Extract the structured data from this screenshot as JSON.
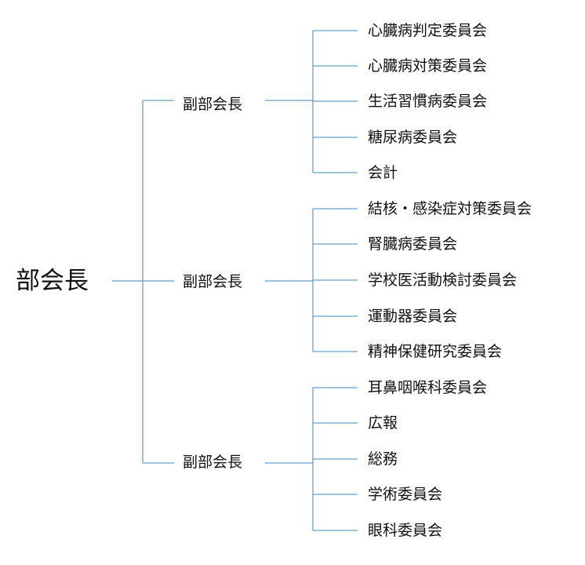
{
  "root": {
    "label": "部会長"
  },
  "branches": [
    {
      "label": "副部会長",
      "committees": [
        "心臓病判定委員会",
        "心臓病対策委員会",
        "生活習慣病委員会",
        "糖尿病委員会",
        "会計"
      ]
    },
    {
      "label": "副部会長",
      "committees": [
        "結核・感染症対策委員会",
        "腎臓病委員会",
        "学校医活動検討委員会",
        "運動器委員会",
        "精神保健研究委員会"
      ]
    },
    {
      "label": "副部会長",
      "committees": [
        "耳鼻咽喉科委員会",
        "広報",
        "総務",
        "学術委員会",
        "眼科委員会"
      ]
    }
  ],
  "colors": {
    "connector": "#6b9fc9",
    "text": "#111111",
    "background": "#ffffff"
  }
}
